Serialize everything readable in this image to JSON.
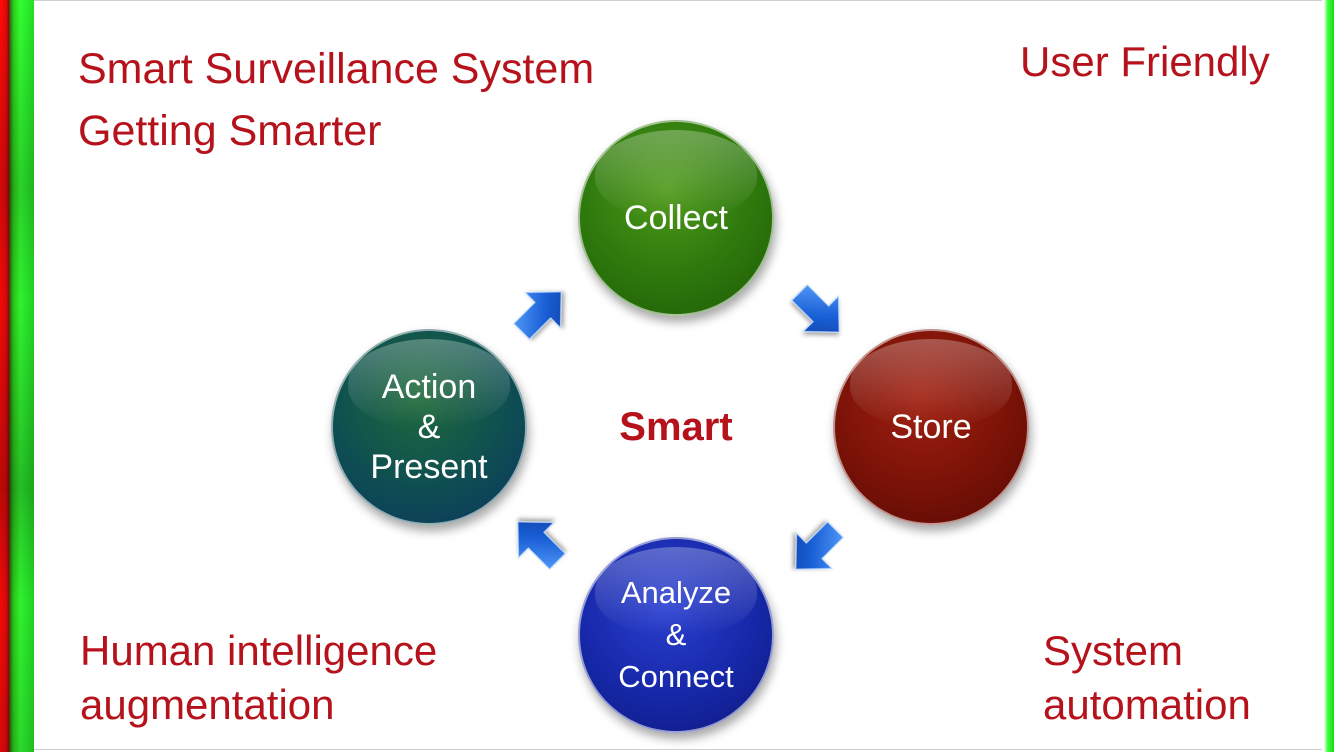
{
  "title": {
    "line1": "Smart Surveillance System",
    "line2": "Getting Smarter"
  },
  "top_right": "User Friendly",
  "bottom_left": {
    "line1": "Human intelligence",
    "line2": "augmentation"
  },
  "bottom_right": {
    "line1": "System",
    "line2": "automation"
  },
  "center": "Smart",
  "nodes": {
    "collect": "Collect",
    "store": "Store",
    "analyze": {
      "line1": "Analyze",
      "line2": "&",
      "line3": "Connect"
    },
    "action": {
      "line1": "Action",
      "line2": "&",
      "line3": "Present"
    }
  },
  "colors": {
    "text_accent": "#b5121b",
    "collect": "#2f7a0d",
    "store": "#7a1207",
    "analyze": "#1628a8",
    "action": "#0e4e52",
    "arrow": "#1a5fd6"
  }
}
